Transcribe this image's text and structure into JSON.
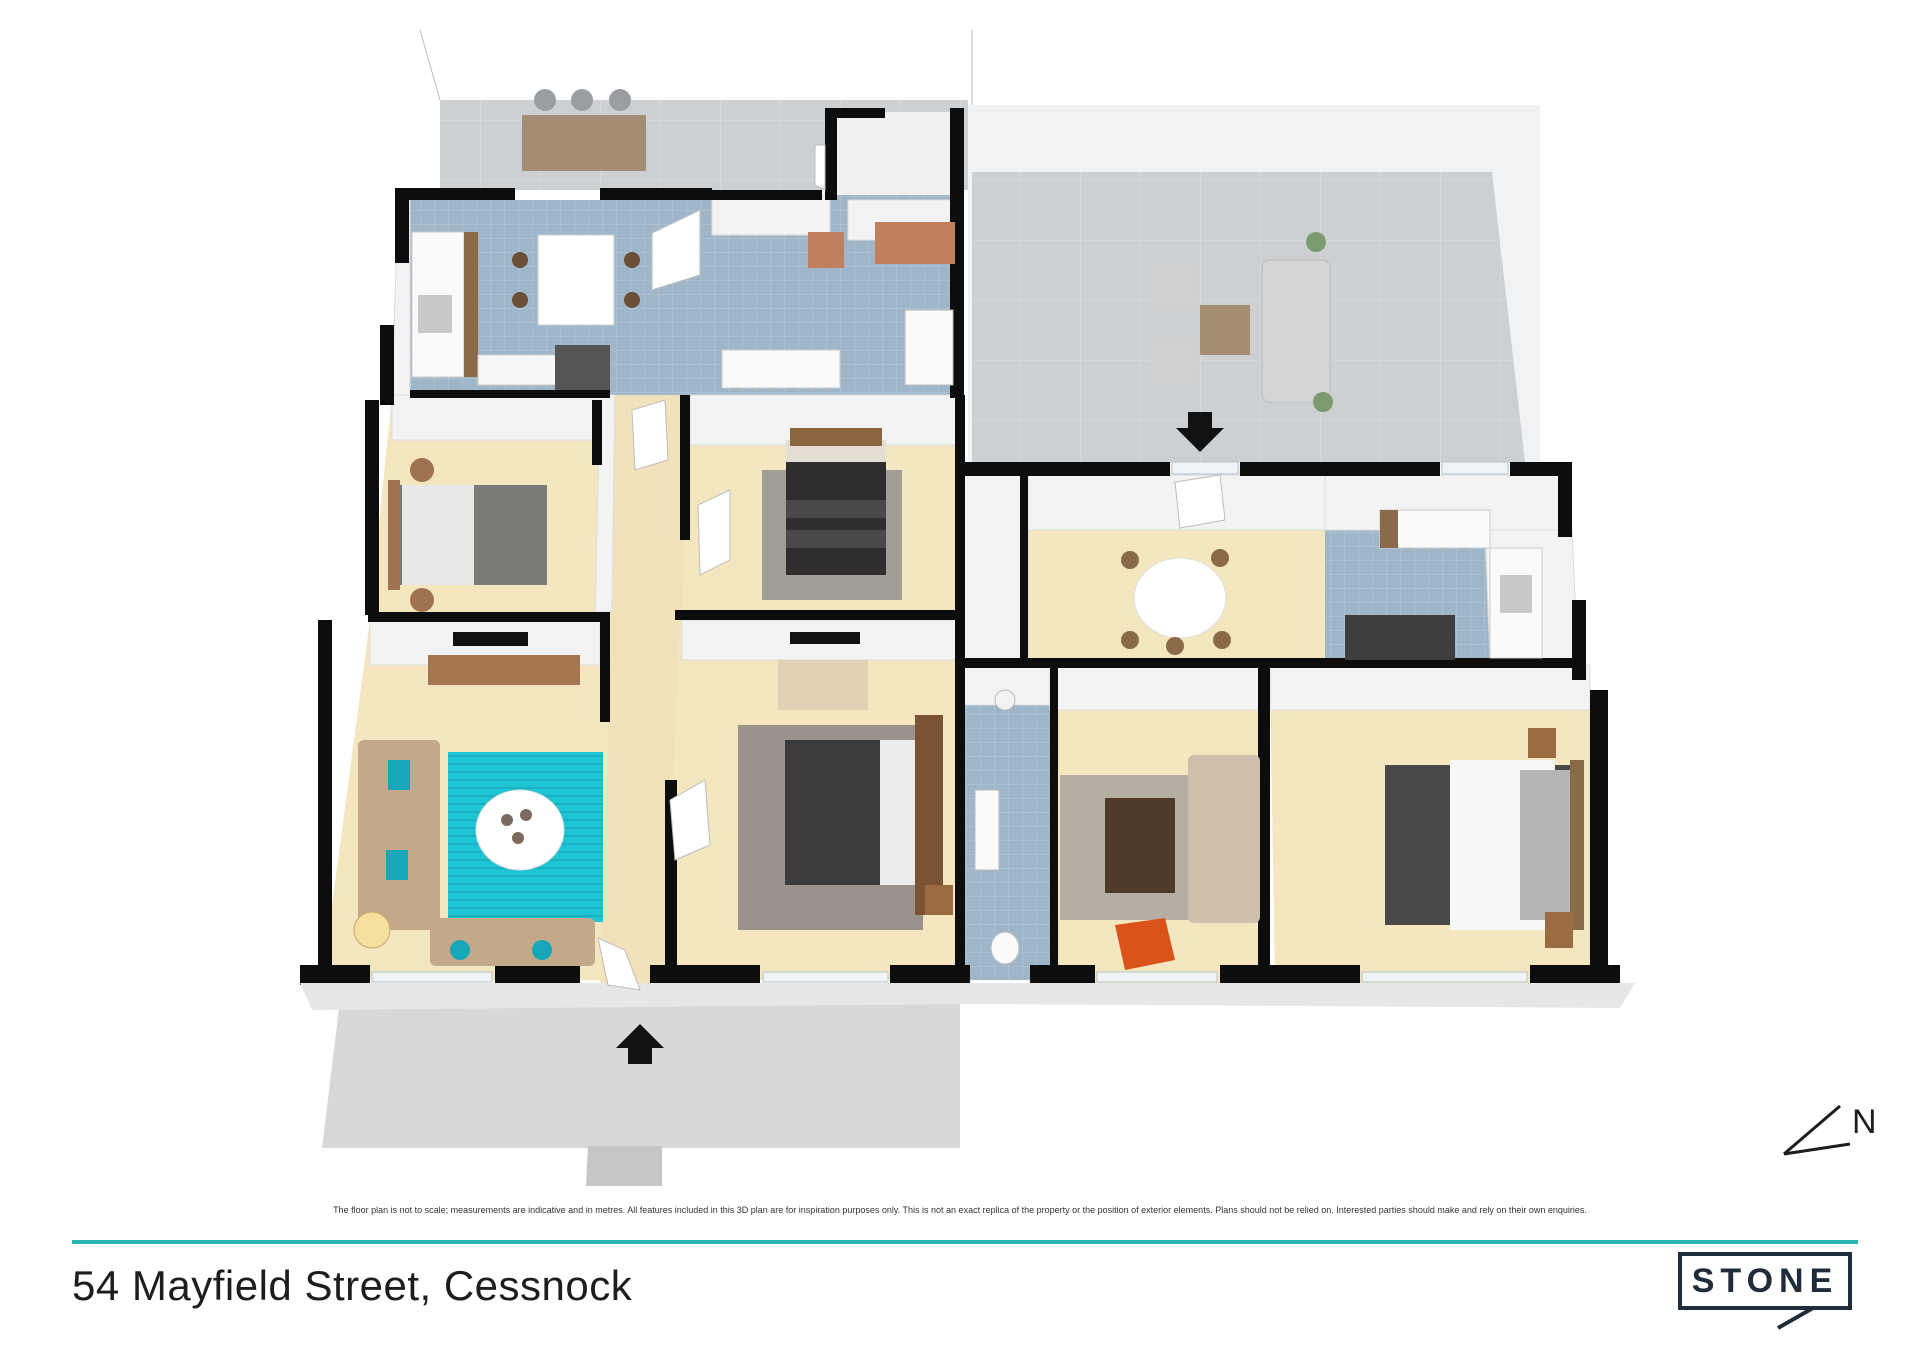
{
  "listing": {
    "address": "54 Mayfield Street, Cessnock",
    "brand": "STONE",
    "disclaimer": "The floor plan is not to scale; measurements are indicative and in metres. All features included in this 3D plan are for inspiration purposes only. This is not an exact replica of the property or the position of exterior elements. Plans should not be relied on. Interested parties should make and rely on their own enquiries.",
    "compass_label": "N"
  },
  "colors": {
    "accent": "#2bb3b1",
    "brand": "#1f2d3a",
    "wall": "#0d0d0d",
    "carpet": "#f4e6bf",
    "tile": "#9db4c8",
    "deck": "#cfd2d5",
    "rug_teal": "#1fc4d4"
  },
  "icons": {
    "entry_arrows": "arrow-down-icon",
    "compass": "north-compass-icon"
  }
}
